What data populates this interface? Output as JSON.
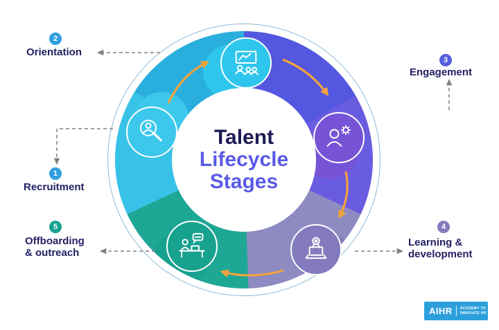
{
  "title": {
    "line1": "Talent",
    "line2": "Lifecycle",
    "line3": "Stages"
  },
  "stages": [
    {
      "number": "1",
      "label_lines": [
        "Recruitment"
      ],
      "badge_color": "#2f9fe0",
      "icon": "magnifier-person-icon"
    },
    {
      "number": "2",
      "label_lines": [
        "Orientation"
      ],
      "badge_color": "#2f9fe0",
      "icon": "presentation-chart-icon"
    },
    {
      "number": "3",
      "label_lines": [
        "Engagement"
      ],
      "badge_color": "#5560dd",
      "icon": "person-gear-icon"
    },
    {
      "number": "4",
      "label_lines": [
        "Learning &",
        "development"
      ],
      "badge_color": "#837bbd",
      "icon": "laptop-medal-icon"
    },
    {
      "number": "5",
      "label_lines": [
        "Offboarding",
        "& outreach"
      ],
      "badge_color": "#17a18f",
      "icon": "person-desk-chat-icon"
    }
  ],
  "colors": {
    "ring_top_right": "#5457e0",
    "ring_right": "#6a5ce0",
    "ring_bottom_right": "#8e8bc2",
    "ring_bottom_left": "#1fa795",
    "ring_left": "#38c2e8",
    "ring_top_left": "#2aaede",
    "arrow_orange": "#f2a33c",
    "connector_gray": "#808080",
    "title_navy": "#1e1a55",
    "title_purple": "#5a5ae6",
    "label_text": "#232063",
    "logo_blue": "#2da0dc"
  },
  "logo": {
    "name": "AIHR",
    "tagline_line1": "ACADEMY TO",
    "tagline_line2": "INNOVATE HR"
  }
}
